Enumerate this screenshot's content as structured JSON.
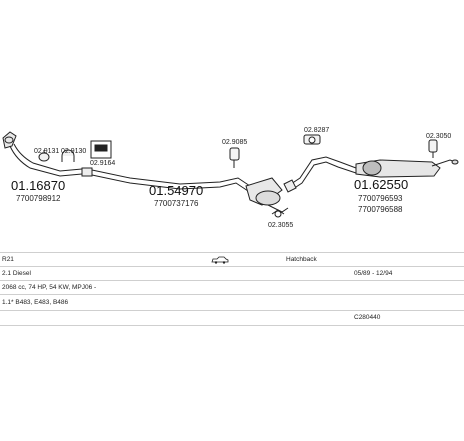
{
  "diagram": {
    "parts": {
      "front_pipe": {
        "main_number": "01.16870",
        "oem_number": "7700798912"
      },
      "middle_pipe": {
        "main_number": "01.54970",
        "oem_number": "7700737176"
      },
      "rear_silencer": {
        "main_number": "01.62550",
        "oem_numbers": [
          "7700796593",
          "7700796588"
        ]
      }
    },
    "small_parts": {
      "gasket_left": "02.9131",
      "clamp_left": "02.9130",
      "bracket_label": "02.9164",
      "hanger_mid": "02.9085",
      "clamp_mid": "02.3055",
      "mount_top": "02.8287",
      "hanger_right": "02.3050"
    }
  },
  "vehicle_table": {
    "row1": {
      "model": "R21",
      "body_icon": "car-icon",
      "body": "Hatchback"
    },
    "row2": {
      "engine": "2.1 Diesel",
      "years": "05/89 - 12/94"
    },
    "row3": {
      "spec": "2068 cc, 74 HP, 54 KW, MPJ06 -"
    },
    "row4": {
      "codes": "1.1* B483, E483, B486"
    },
    "row5": {
      "kit": "C280440"
    }
  }
}
